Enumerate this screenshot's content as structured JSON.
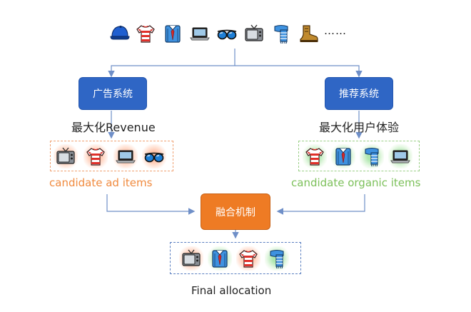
{
  "top_row": {
    "items": [
      "cap-icon",
      "striped-shirt-icon",
      "dress-shirt-icon",
      "laptop-icon",
      "sunglasses-icon",
      "tv-icon",
      "scarf-icon",
      "boot-icon"
    ],
    "ellipsis": "……"
  },
  "ad_system": {
    "label": "广告系统",
    "objective": "最大化Revenue",
    "items": [
      "tv-icon",
      "striped-shirt-icon",
      "laptop-icon",
      "sunglasses-icon"
    ],
    "caption": "candidate ad items"
  },
  "rec_system": {
    "label": "推荐系统",
    "objective": "最大化用户体验",
    "items": [
      "striped-shirt-icon",
      "dress-shirt-icon",
      "scarf-icon",
      "laptop-icon"
    ],
    "caption": "candidate organic items"
  },
  "fusion": {
    "label": "融合机制"
  },
  "final": {
    "items": [
      "tv-icon",
      "dress-shirt-icon",
      "striped-shirt-icon",
      "scarf-icon"
    ],
    "caption": "Final allocation"
  },
  "colors": {
    "blue": "#2F66C5",
    "orange": "#EE7B24",
    "ad_caption": "#F08A3E",
    "organic_caption": "#7CC05A",
    "line": "#6F8FC8"
  }
}
